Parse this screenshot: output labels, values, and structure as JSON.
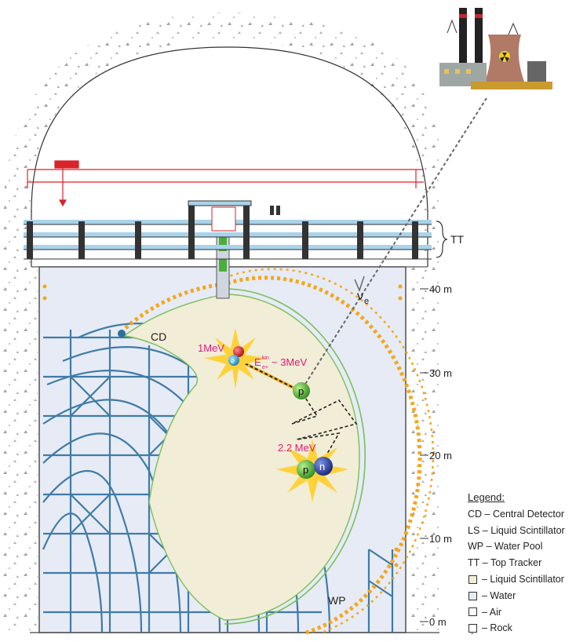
{
  "labels": {
    "tt": "TT",
    "cd": "CD",
    "wp": "WP",
    "nu_main": "ν",
    "nu_sub": "e",
    "e_prompt": "1MeV",
    "e_kin_main": "E",
    "e_kin_sup": "kin",
    "e_kin_sub": "e+",
    "e_kin_val": "~ 3MeV",
    "e_delayed": "2.2 MeV",
    "particle_p1": "p",
    "particle_p2": "p",
    "particle_n": "n",
    "particle_e": "e"
  },
  "scale": [
    "40 m",
    "30 m",
    "20 m",
    "10 m",
    "0 m"
  ],
  "legend": {
    "title": "Legend:",
    "items": [
      {
        "key": "CD",
        "text": "– Central Detector"
      },
      {
        "key": "LS",
        "text": "– Liquid Scintillator"
      },
      {
        "key": "WP",
        "text": "– Water Pool"
      },
      {
        "key": "TT",
        "text": "– Top Tracker"
      },
      {
        "swatch": "#f1edd6",
        "text": "– Liquid Scintillator"
      },
      {
        "swatch": "#e6ebf5",
        "text": "– Water"
      },
      {
        "swatch": "#ffffff",
        "text": "– Air"
      },
      {
        "swatch": "rock",
        "text": "– Rock"
      }
    ]
  },
  "colors": {
    "water": "#e6ebf5",
    "scintillator": "#f1edd6",
    "pmt": "#f4a71c",
    "steel": "#2f6f9f",
    "accent": "#e0187a",
    "crane": "#d9232a"
  }
}
